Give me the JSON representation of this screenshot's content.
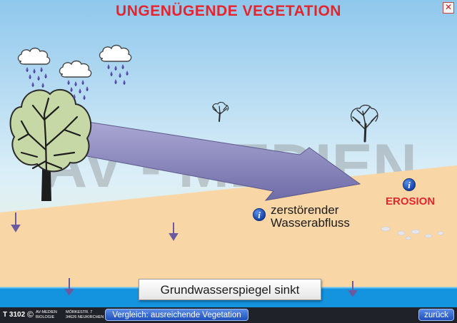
{
  "title": "UNGENÜGENDE  VEGETATION",
  "close_icon": "close-icon",
  "watermark": "AV - MEDIEN",
  "labels": {
    "flow_line1": "zerstörender",
    "flow_line2": "Wasserabfluss",
    "erosion": "EROSION",
    "groundwater": "Grundwasserspiegel  sinkt"
  },
  "info_glyph": "i",
  "footer": {
    "code": "T 3102",
    "copyright": "©",
    "publisher_1": "AV-MEDIEN",
    "publisher_2": "BIOLOGIE",
    "address_1": "MÖRKESTR. 7",
    "address_2": "34626  NEUKIRCHEN",
    "compare_button": "Vergleich: ausreichende Vegetation",
    "back_button": "zurück"
  },
  "colors": {
    "title": "#e3262e",
    "sky_top": "#8fc7ec",
    "soil": "#f8d6a6",
    "water": "#1493df",
    "arrow": "#8a87bd",
    "rain": "#3d2f99",
    "footer": "#1f2329"
  }
}
